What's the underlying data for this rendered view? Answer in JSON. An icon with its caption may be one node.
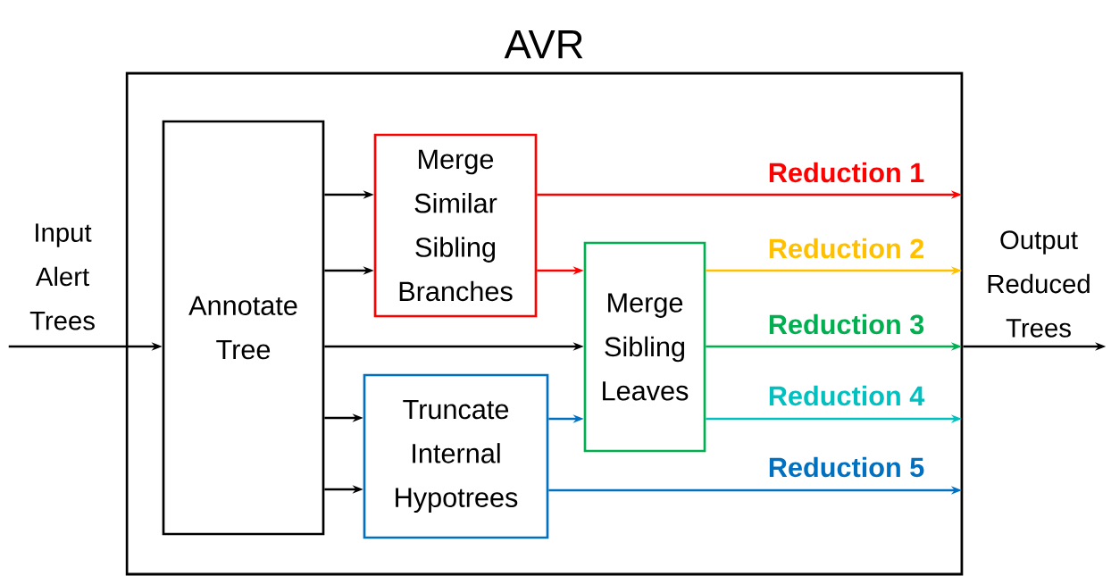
{
  "diagram": {
    "nodes": [
      {
        "text": [
          "AVR"
        ]
      },
      {
        "text": [
          "Annotate Tree"
        ],
        "in": 0
      },
      {
        "text": [
          "Merge Similar Sibling Branches"
        ],
        "in": 0
      },
      {
        "text": [
          "Merge Sibling Leaves"
        ],
        "in": 0
      },
      {
        "text": [
          "Truncate Internal Hypotrees"
        ],
        "in": 0
      },
      {
        "text": [
          "Input Alert Trees"
        ]
      },
      {
        "text": [
          "Output Reduced Trees"
        ]
      }
    ],
    "edges": [
      {
        "from": 5,
        "to": 1,
        "arrow": "to"
      },
      {
        "from": 1,
        "to": 2,
        "arrow": "to"
      },
      {
        "from": 1,
        "to": 2,
        "arrow": "to"
      },
      {
        "from": 1,
        "to": 3,
        "arrow": "to"
      },
      {
        "from": 1,
        "to": 4,
        "arrow": "to"
      },
      {
        "from": 1,
        "to": 4,
        "arrow": "to"
      },
      {
        "from": 2,
        "to": null,
        "arrow": "to",
        "label": "Reduction 1",
        "color": "#ff0000"
      },
      {
        "from": 2,
        "to": 3,
        "arrow": "to",
        "color": "#ff0000"
      },
      {
        "from": 3,
        "to": null,
        "arrow": "to",
        "label": "Reduction 2",
        "color": "#ffc000"
      },
      {
        "from": 3,
        "to": null,
        "arrow": "to",
        "label": "Reduction 3",
        "color": "#00b050"
      },
      {
        "from": 3,
        "to": null,
        "arrow": "to",
        "label": "Reduction 4",
        "color": "#00c0c0"
      },
      {
        "from": 4,
        "to": 3,
        "arrow": "to",
        "color": "#0070c0"
      },
      {
        "from": 4,
        "to": null,
        "arrow": "to",
        "label": "Reduction 5",
        "color": "#0070c0"
      },
      {
        "from": 0,
        "to": 6,
        "arrow": "to"
      }
    ]
  }
}
